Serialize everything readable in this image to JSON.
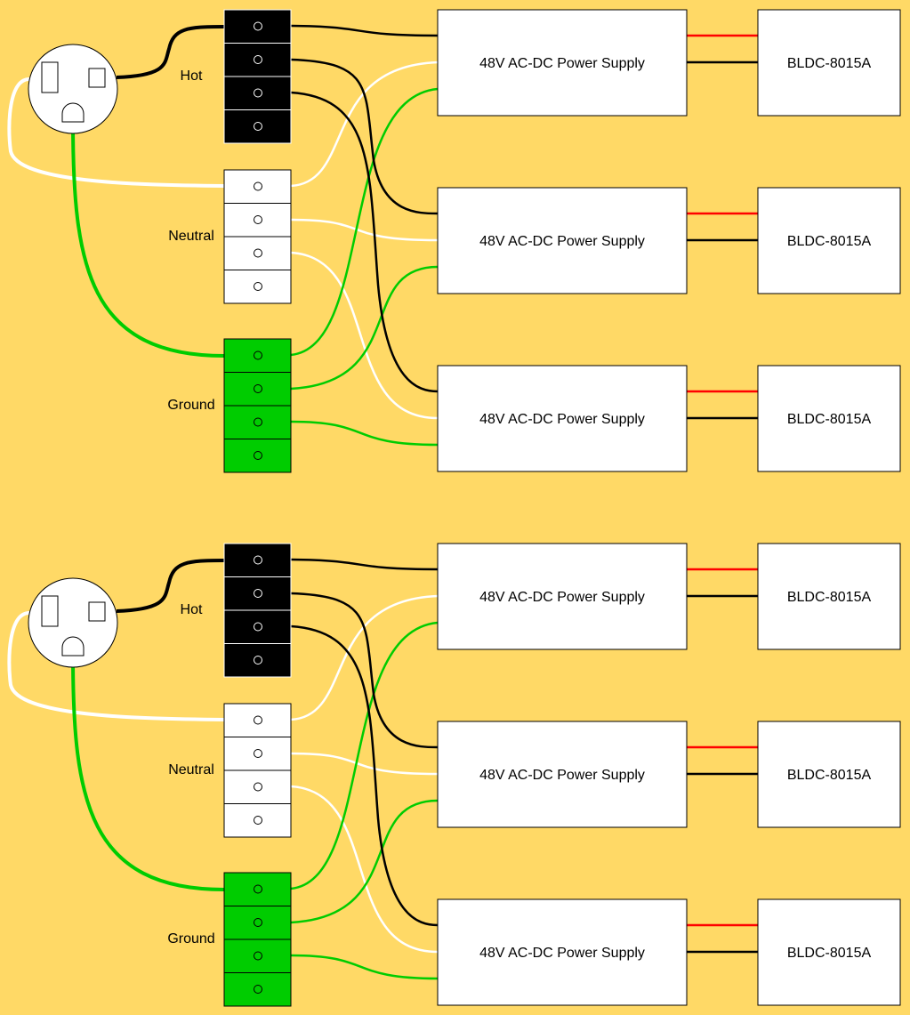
{
  "colors": {
    "background": "#FFD966",
    "hot": "#000000",
    "neutral": "#FFFFFF",
    "ground": "#00CC00",
    "dc_positive": "#FF0000",
    "dc_negative": "#000000"
  },
  "circuits": [
    {
      "outlet": {
        "icon": "nema-5-15-outlet-icon"
      },
      "terminal_blocks": {
        "hot_label": "Hot",
        "neutral_label": "Neutral",
        "ground_label": "Ground"
      },
      "power_supplies": [
        "48V AC-DC Power Supply",
        "48V AC-DC Power Supply",
        "48V AC-DC Power Supply"
      ],
      "motors": [
        "BLDC-8015A",
        "BLDC-8015A",
        "BLDC-8015A"
      ]
    },
    {
      "outlet": {
        "icon": "nema-5-15-outlet-icon"
      },
      "terminal_blocks": {
        "hot_label": "Hot",
        "neutral_label": "Neutral",
        "ground_label": "Ground"
      },
      "power_supplies": [
        "48V AC-DC Power Supply",
        "48V AC-DC Power Supply",
        "48V AC-DC Power Supply"
      ],
      "motors": [
        "BLDC-8015A",
        "BLDC-8015A",
        "BLDC-8015A"
      ]
    }
  ]
}
